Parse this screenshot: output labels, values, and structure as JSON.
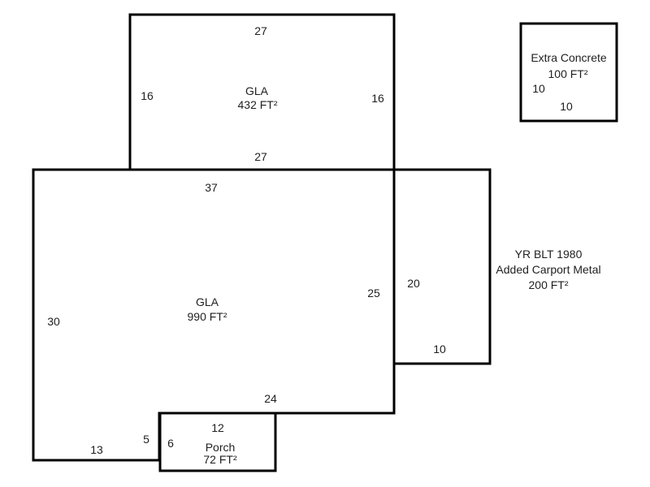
{
  "colors": {
    "line": "#000000",
    "text": "#1f1f1f",
    "background": "#ffffff"
  },
  "upper_gla": {
    "label": "GLA",
    "area": "432 FT²",
    "dim_top": "27",
    "dim_left": "16",
    "dim_right": "16",
    "dim_bottom": "27"
  },
  "main_gla": {
    "label": "GLA",
    "area": "990 FT²",
    "dim_top": "37",
    "dim_left": "30",
    "dim_right": "25",
    "dim_bottom": "24",
    "dim_step_side": "5",
    "dim_step_bottom": "13"
  },
  "carport": {
    "dim_side": "20",
    "dim_bottom": "10",
    "note_line1": "YR BLT 1980",
    "note_line2": "Added Carport Metal",
    "note_line3": "200 FT²"
  },
  "porch": {
    "label": "Porch",
    "area": "72 FT²",
    "dim_top": "12",
    "dim_side": "6"
  },
  "extra_concrete": {
    "label": "Extra Concrete",
    "area": "100 FT²",
    "dim_side": "10",
    "dim_bottom": "10"
  }
}
